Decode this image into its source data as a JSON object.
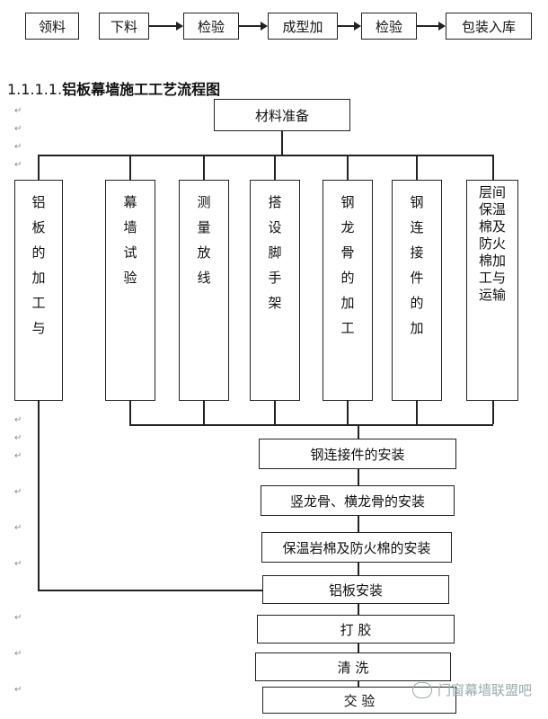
{
  "top_flow": [
    "领料",
    "下料",
    "检验",
    "成型加",
    "检验",
    "包装入库"
  ],
  "heading": {
    "prefix": "1.1.1.1.",
    "text": "铝板幕墙施工工艺流程图"
  },
  "start_box": "材料准备",
  "columns": [
    {
      "chars": [
        "铝",
        "板",
        "的",
        "加",
        "工",
        "与"
      ]
    },
    {
      "chars": [
        "幕",
        "墙",
        "试",
        "验"
      ]
    },
    {
      "chars": [
        "测",
        "量",
        "放",
        "线"
      ]
    },
    {
      "chars": [
        "搭",
        "设",
        "脚",
        "手",
        "架"
      ]
    },
    {
      "chars": [
        "钢",
        "龙",
        "骨",
        "的",
        "加",
        "工"
      ]
    },
    {
      "chars": [
        "钢",
        "连",
        "接",
        "件",
        "的",
        "加"
      ]
    },
    {
      "chars": [
        "层间",
        "保温",
        "棉及",
        "防火",
        "棉加",
        "工与",
        "运输"
      ]
    }
  ],
  "steps": [
    "钢连接件的安装",
    "竖龙骨、横龙骨的安装",
    "保温岩棉及防火棉的安装",
    "铝板安装",
    "打  胶",
    "清  洗",
    "交  验"
  ],
  "watermark": "门窗幕墙联盟吧",
  "para_mark": "↵"
}
